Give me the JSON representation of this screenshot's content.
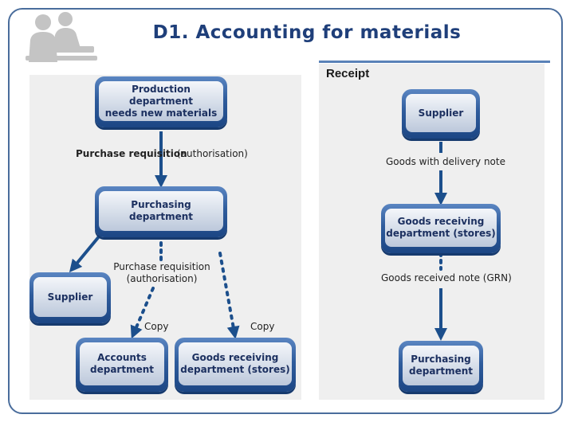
{
  "slide": {
    "title": "D1. Accounting for materials"
  },
  "receipt_panel": {
    "heading": "Receipt"
  },
  "left_flow": {
    "nodes": {
      "production": "Production department\nneeds new materials",
      "purchasing": "Purchasing department",
      "supplier": "Supplier",
      "accounts": "Accounts\ndepartment",
      "goods_receiving": "Goods receiving\ndepartment (stores)"
    },
    "labels": {
      "requisition_bold": "Purchase requisition",
      "requisition_auth": "(authorisation)",
      "requisition_copy": "Purchase requisition\n(authorisation)",
      "copy_left": "Copy",
      "copy_right": "Copy"
    }
  },
  "right_flow": {
    "nodes": {
      "supplier": "Supplier",
      "goods_receiving": "Goods receiving\ndepartment (stores)",
      "purchasing": "Purchasing\ndepartment"
    },
    "labels": {
      "delivery_note": "Goods with delivery note",
      "grn": "Goods received note (GRN)"
    }
  },
  "colors": {
    "title": "#1f3f7a",
    "node_dark": "#2f5c9c",
    "node_light": "#d5dde9",
    "arrow": "#1c4f8c",
    "panel": "#efefef"
  },
  "icons": {
    "logo": "business-people-silhouette-icon"
  }
}
